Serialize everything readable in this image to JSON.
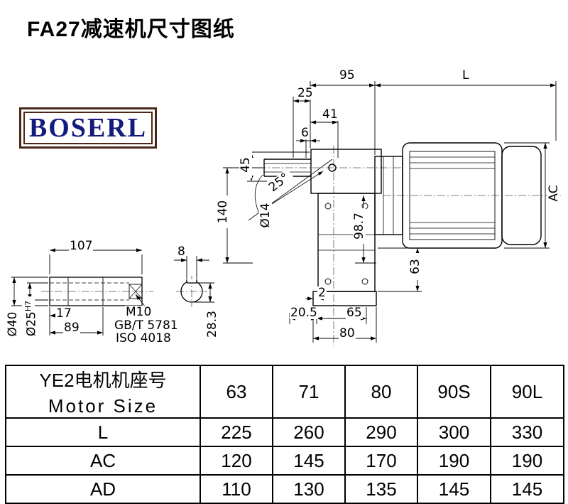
{
  "page": {
    "title": "FA27减速机尺寸图纸"
  },
  "logo": {
    "text": "BOSERL"
  },
  "drawing": {
    "dims": {
      "d95": "95",
      "dL": "L",
      "d25": "25",
      "d41": "41",
      "d6": "6",
      "d45": "45",
      "d140": "140",
      "angle25": "25°",
      "dia14": "Ø14",
      "d98_7": "98.7",
      "dAC": "AC",
      "d63": "63",
      "d2": "2",
      "d20_5": "20.5",
      "d65": "65",
      "d80": "80",
      "d107": "107",
      "d8": "8",
      "d17": "17",
      "d89": "89",
      "m10": "M10",
      "gbt": "GB/T 5781",
      "iso": "ISO 4018",
      "dia40": "Ø40",
      "dia25": "Ø25",
      "dia25_tol": "H7",
      "d28_3": "28.3"
    }
  },
  "table": {
    "header": {
      "col0_line1": "YE2电机机座号",
      "col0_line2": "Motor Size",
      "cols": [
        "63",
        "71",
        "80",
        "90S",
        "90L"
      ]
    },
    "rows": [
      {
        "label": "L",
        "values": [
          "225",
          "260",
          "290",
          "300",
          "330"
        ]
      },
      {
        "label": "AC",
        "values": [
          "120",
          "145",
          "170",
          "190",
          "190"
        ]
      },
      {
        "label": "AD",
        "values": [
          "110",
          "130",
          "135",
          "145",
          "145"
        ]
      }
    ]
  }
}
